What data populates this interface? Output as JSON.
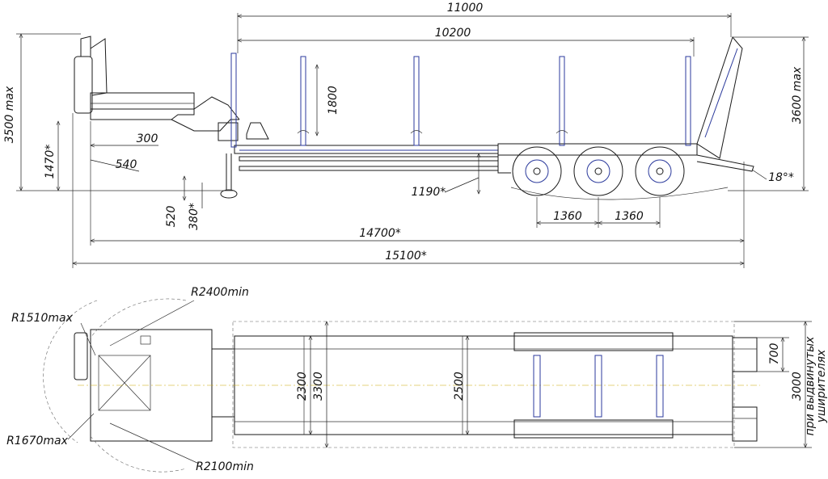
{
  "colors": {
    "line": "#1a1a1a",
    "accent": "#2b3a9c",
    "axis": "#c9a800",
    "background": "#ffffff"
  },
  "side_view": {
    "dims": {
      "overall_length_top": "11000",
      "deck_length": "10200",
      "stake_height": "1800",
      "max_height_front": "3500 max",
      "max_height_rear": "3600 max",
      "coupling_height": "1470*",
      "kingpin_offset_300": "300",
      "kingpin_offset_540": "540",
      "landing_gear_520": "520",
      "landing_gear_380": "380*",
      "deck_height_rear": "1190*",
      "ramp_angle": "18°*",
      "axle_spacing_1": "1360",
      "axle_spacing_2": "1360",
      "length_14700": "14700*",
      "length_15100": "15100*"
    }
  },
  "top_view": {
    "dims": {
      "r_front_max": "R1510max",
      "r_2400": "R2400min",
      "r_1670": "R1670max",
      "r_2100": "R2100min",
      "width_2300": "2300",
      "width_3300": "3300",
      "width_2500": "2500",
      "ramp_width": "700",
      "width_3000": "3000",
      "width_note_1": "при выдвинутых",
      "width_note_2": "уширителях"
    }
  }
}
